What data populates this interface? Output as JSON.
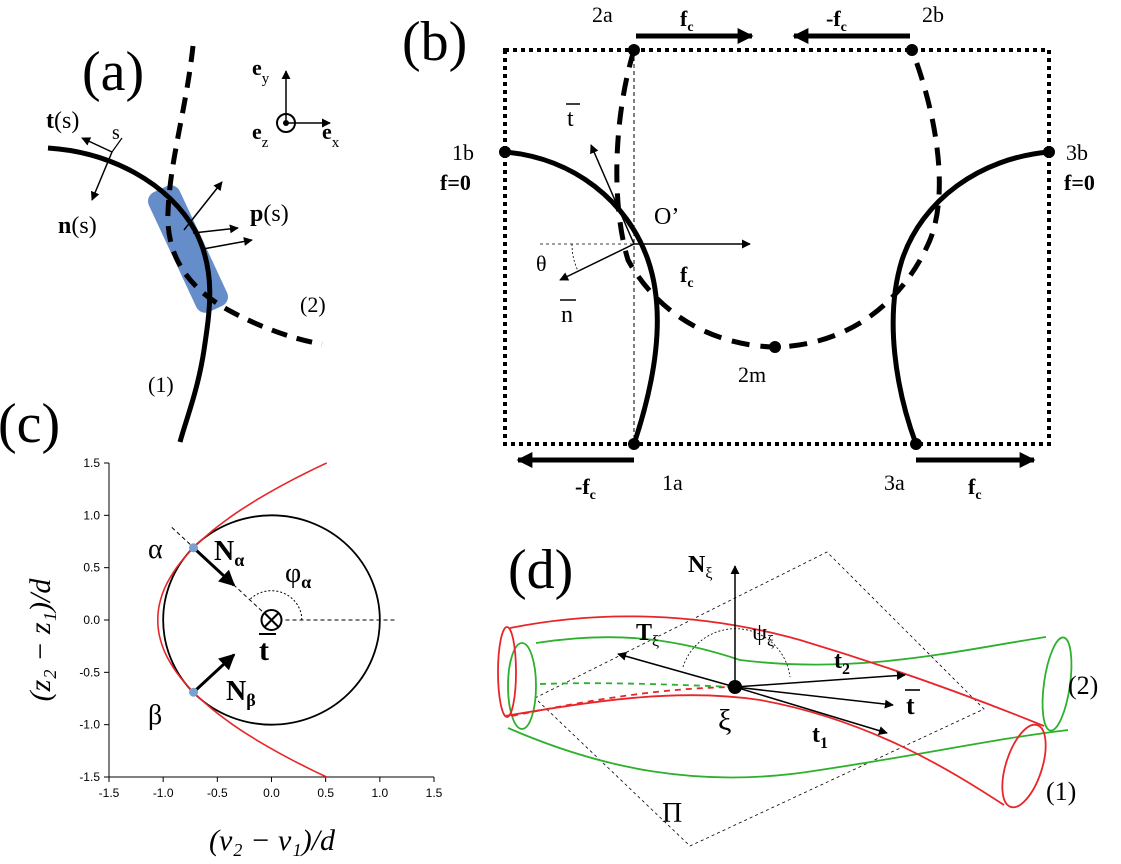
{
  "colors": {
    "black": "#000000",
    "red": "#e8262a",
    "green": "#2db02d",
    "blue": "#4a79c0",
    "point_blue": "#7aa0d0"
  },
  "panel_a": {
    "label": "(a)",
    "t_s": "t(s)",
    "s": "s",
    "n_s": "n(s)",
    "p_s": "p(s)",
    "e_y": "e",
    "e_y_sub": "y",
    "e_z": "e",
    "e_z_sub": "z",
    "e_x": "e",
    "e_x_sub": "x",
    "curve1": "(1)",
    "curve2": "(2)"
  },
  "panel_b": {
    "label": "(b)",
    "p2a": "2a",
    "p2b": "2b",
    "p1b": "1b",
    "p3b": "3b",
    "f0_left": "f=0",
    "f0_right": "f=0",
    "fc_top": "f",
    "fc_top_sub": "c",
    "mfc_top": "-f",
    "mfc_top_sub": "c",
    "t_bar": "t",
    "O_prime": "O’",
    "theta": "θ",
    "fc_mid": "f",
    "fc_mid_sub": "c",
    "n_bar": "n",
    "p2m": "2m",
    "mfc_bot": "-f",
    "mfc_bot_sub": "c",
    "p1a": "1a",
    "p3a": "3a",
    "fc_bot": "f",
    "fc_bot_sub": "c"
  },
  "panel_c": {
    "label": "(c)",
    "ylabel": "(z₂ − z₁)/d",
    "xlabel": "(v₂ − v₁)/d",
    "xticks": [
      "-1.5",
      "-1.0",
      "-0.5",
      "0.0",
      "0.5",
      "1.0",
      "1.5"
    ],
    "yticks": [
      "1.5",
      "1.0",
      "0.5",
      "0.0",
      "-0.5",
      "-1.0",
      "-1.5"
    ],
    "alpha": "α",
    "beta": "β",
    "N_alpha": "N",
    "N_alpha_sub": "α",
    "N_beta": "N",
    "N_beta_sub": "β",
    "phi_alpha": "φ",
    "phi_alpha_sub": "α",
    "t_bar": "t"
  },
  "chart_data": {
    "type": "scatter",
    "xlabel": "(v₂ − v₁)/d",
    "ylabel": "(z₂ − z₁)/d",
    "xlim": [
      -1.5,
      1.5
    ],
    "ylim": [
      -1.5,
      1.5
    ],
    "grid": false,
    "circle": {
      "center": [
        0,
        0
      ],
      "radius": 1.0
    },
    "parabola": {
      "x_min": -1.05,
      "y_range": [
        -1.5,
        1.5
      ]
    },
    "points": [
      {
        "name": "α",
        "x": -0.72,
        "y": 0.69
      },
      {
        "name": "β",
        "x": -0.72,
        "y": -0.69
      }
    ]
  },
  "panel_d": {
    "label": "(d)",
    "N_xi": "N",
    "N_xi_sub": "ξ",
    "T_xi": "T",
    "T_xi_sub": "ξ",
    "psi_xi": "ψ",
    "psi_xi_sub": "ξ",
    "t2": "t",
    "t2_sub": "2",
    "t_bar": "t",
    "t1": "t",
    "t1_sub": "1",
    "xi": "ξ",
    "curve2": "(2)",
    "curve1": "(1)",
    "Pi": "Π"
  }
}
